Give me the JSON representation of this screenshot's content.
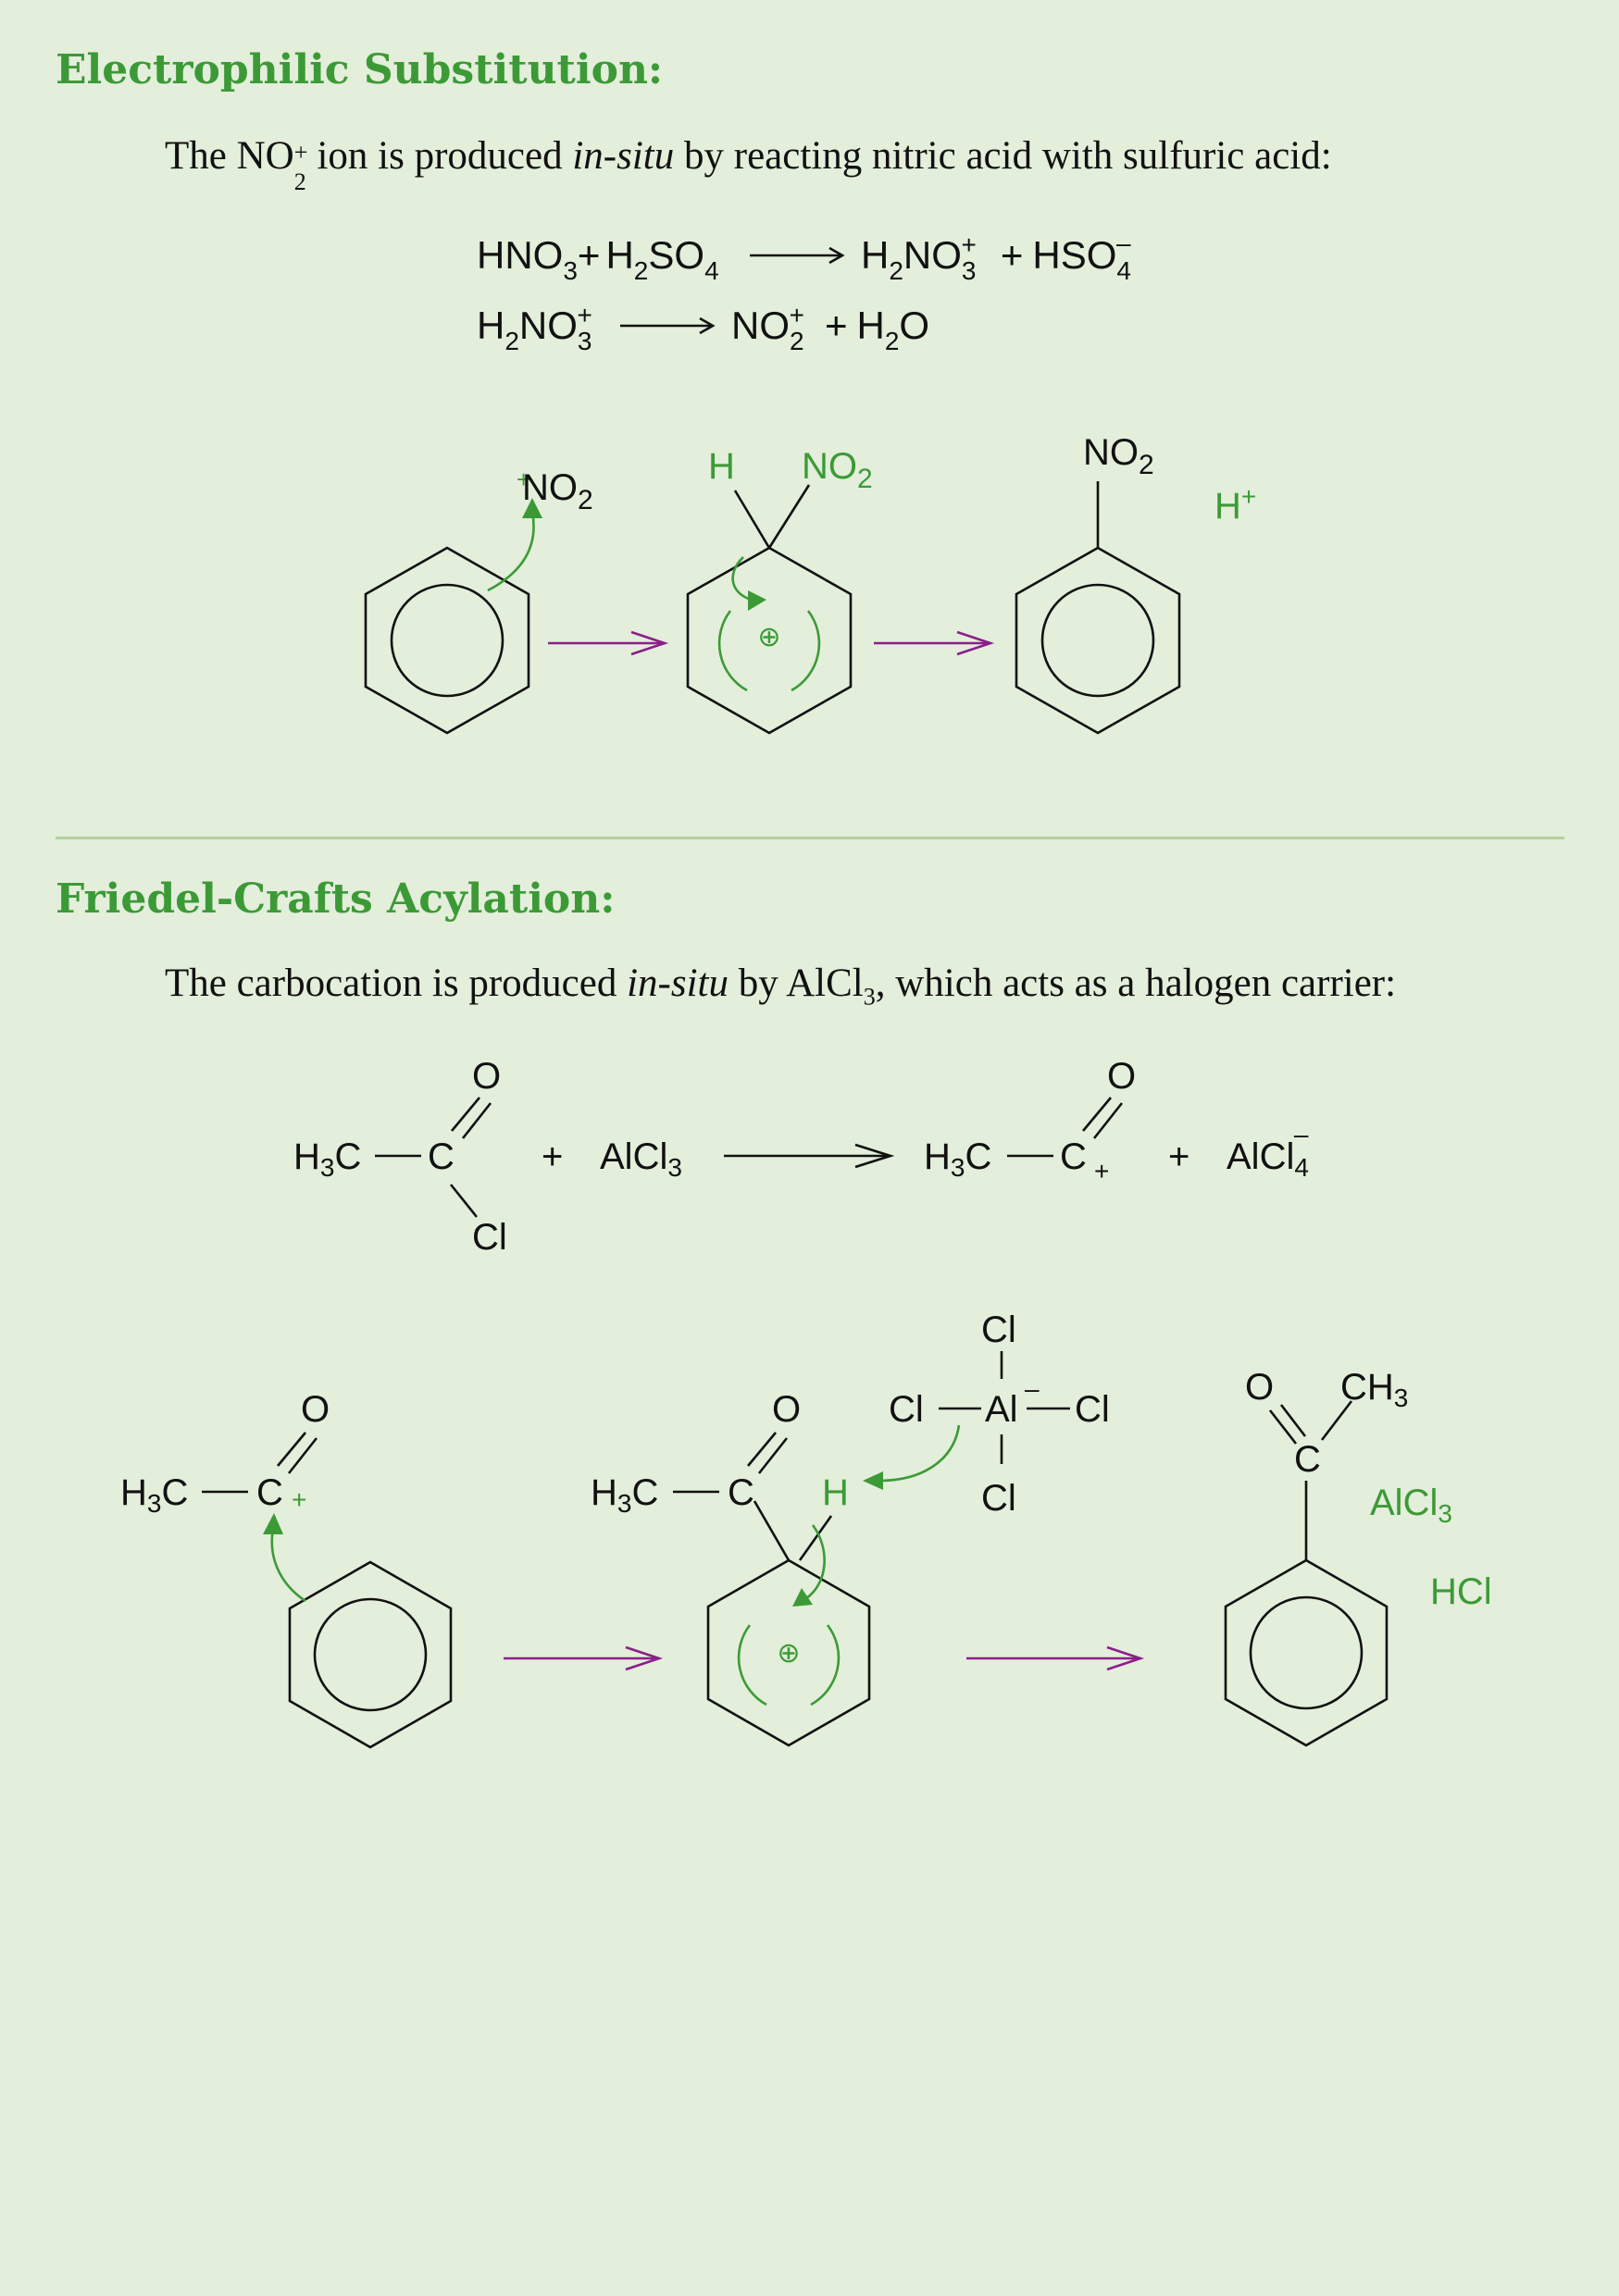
{
  "colors": {
    "background": "#e3eedb",
    "accent": "#3c9a36",
    "arrow": "#8a1f8a",
    "divider": "#b2d19c"
  },
  "section1": {
    "heading": "Electrophilic Substitution:",
    "intro": {
      "p1": "The NO",
      "sub": "2",
      "sup": "+",
      "p2": " ion is produced ",
      "italic": "in-situ",
      "p3": " by reacting nitric acid with sulfuric acid:"
    },
    "equations": {
      "eq1": {
        "r1": "HNO",
        "r1sub": "3",
        "plus1": "+",
        "r2a": "H",
        "r2sub": "2",
        "r2b": "SO",
        "r2sub2": "4",
        "p1a": "H",
        "p1sub": "2",
        "p1b": "NO",
        "p1sub2": "3",
        "p1sup": "+",
        "plus2": "+",
        "p2": "HSO",
        "p2sub": "4",
        "p2sup": "–"
      },
      "eq2": {
        "r1a": "H",
        "r1sub": "2",
        "r1b": "NO",
        "r1sub2": "3",
        "r1sup": "+",
        "p1": "NO",
        "p1sub": "2",
        "p1sup": "+",
        "plus": "+",
        "p2a": "H",
        "p2sub": "2",
        "p2b": "O"
      }
    },
    "mechanism": {
      "reagent": {
        "charge": "+",
        "text": "NO",
        "sub": "2"
      },
      "intermediate": {
        "h": "H",
        "no2": "NO",
        "no2sub": "2",
        "charge": "⊕"
      },
      "product": {
        "no2": "NO",
        "no2sub": "2",
        "hplus": "H",
        "hplus_sup": "+"
      }
    }
  },
  "section2": {
    "heading": "Friedel-Crafts Acylation:",
    "intro": {
      "p1": "The carbocation is produced ",
      "italic": "in-situ",
      "p2": " by AlCl",
      "sub": "3",
      "p3": ", which acts as a halogen carrier:"
    },
    "equation": {
      "h3c": "H",
      "h3c_sub": "3",
      "h3c_c": "C",
      "c": "C",
      "o": "O",
      "cl": "Cl",
      "plus1": "+",
      "alcl3": "AlCl",
      "alcl3_sub": "3",
      "p_h3c": "H",
      "p_h3c_sub": "3",
      "p_h3c_c": "C",
      "p_c": "C",
      "p_charge": "+",
      "p_o": "O",
      "plus2": "+",
      "alcl4": "AlCl",
      "alcl4_sub": "4",
      "alcl4_sup": "–"
    },
    "mechanism": {
      "acylium": {
        "h3c": "H",
        "sub": "3",
        "c1": "C",
        "c": "C",
        "charge": "+",
        "o": "O"
      },
      "intermediate": {
        "h3c": "H",
        "sub": "3",
        "c1": "C",
        "c": "C",
        "o": "O",
        "h": "H",
        "charge": "⊕"
      },
      "alcl4": {
        "cl_top": "Cl",
        "cl_left": "Cl",
        "al": "Al",
        "charge": "–",
        "cl_right": "Cl",
        "cl_bottom": "Cl"
      },
      "product": {
        "o": "O",
        "c": "C",
        "ch3": "CH",
        "ch3_sub": "3",
        "alcl3": "AlCl",
        "alcl3_sub": "3",
        "hcl": "HCl"
      }
    }
  }
}
